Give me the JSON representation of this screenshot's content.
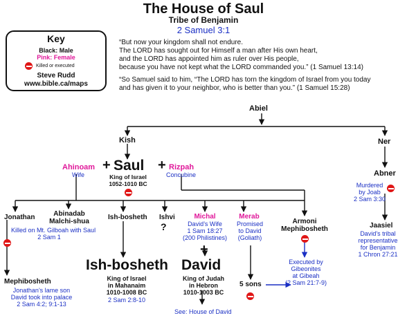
{
  "header": {
    "title": "The House of Saul",
    "subtitle": "Tribe of Benjamin",
    "reference": "2 Samuel 3:1"
  },
  "key": {
    "title": "Key",
    "male": "Black: Male",
    "female": "Pink: Female",
    "killed": "Killed or executed",
    "author": "Steve Rudd",
    "url": "www.bible.ca/maps"
  },
  "quotes": {
    "q1_line1": "“But now your kingdom shall not endure.",
    "q1_line2": "The LORD has sought out for Himself a man after His own heart,",
    "q1_line3": "and the LORD has appointed him as ruler over His people,",
    "q1_line4": "because you have not kept what the LORD commanded you.” (1 Samuel 13:14)",
    "q2_line1": "“So Samuel said to him, “The LORD has torn the kingdom of Israel from you today",
    "q2_line2": "and has given it to your neighbor, who is better than you.” (1 Samuel 15:28)"
  },
  "people": {
    "abiel": "Abiel",
    "kish": "Kish",
    "ner": "Ner",
    "ahinoam": "Ahinoam",
    "ahinoam_role": "Wife",
    "plus1": "+",
    "saul": "Saul",
    "saul_line1": "King of Israel",
    "saul_line2": "1052-1010 BC",
    "plus2": "+",
    "rizpah": "Rizpah",
    "rizpah_role": "Concubine",
    "abner": "Abner",
    "abner_note1": "Murdered",
    "abner_note2": "by Joab",
    "abner_note3": "2 Sam 3:30",
    "jaasiel": "Jaasiel",
    "jaasiel_note1": "David’s tribal",
    "jaasiel_note2": "representative",
    "jaasiel_note3": "for Benjamin",
    "jaasiel_note4": "1 Chron 27:21",
    "jonathan": "Jonathan",
    "jonathan_note1": "Killed on Mt. Gilboah with Saul",
    "jonathan_note2": "2 Sam 1",
    "abinadab": "Abinadab",
    "malchishua": "Malchi-shua",
    "ishbosheth_small": "Ish-bosheth",
    "ishvi": "Ishvi",
    "ishvi_q": "?",
    "michal": "Michal",
    "michal_note1": "David’s Wife",
    "michal_note2": "1 Sam 18:27",
    "michal_note3": "(200 Philistines)",
    "merab": "Merab",
    "merab_note1": "Promised",
    "merab_note2": "to David",
    "merab_note3": "(Goliath)",
    "armoni": "Armoni",
    "mephibosheth_r": "Mephibosheth",
    "executed1": "Executed by",
    "executed2": "Gibeonites",
    "executed3": "at Gibeah",
    "executed4": "(2 Sam 21:7-9)",
    "five_sons": "5 sons",
    "mephibosheth_l": "Mephibosheth",
    "meph_note1": "Jonathan’s lame son",
    "meph_note2": "David took into palace",
    "meph_note3": "2 Sam 4:2; 9:1-13",
    "ishbosheth_big": "Ish-bosheth",
    "ishb_line1": "King of Israel",
    "ishb_line2": "in Mahanaim",
    "ishb_line3": "1010-1008 BC",
    "ishb_ref": "2 Sam 2:8-10",
    "plus3": "+",
    "david": "David",
    "david_line1": "King of Judah",
    "david_line2": "in Hebron",
    "david_line3": "1010-1003 BC",
    "david_see": "See: House of David"
  }
}
